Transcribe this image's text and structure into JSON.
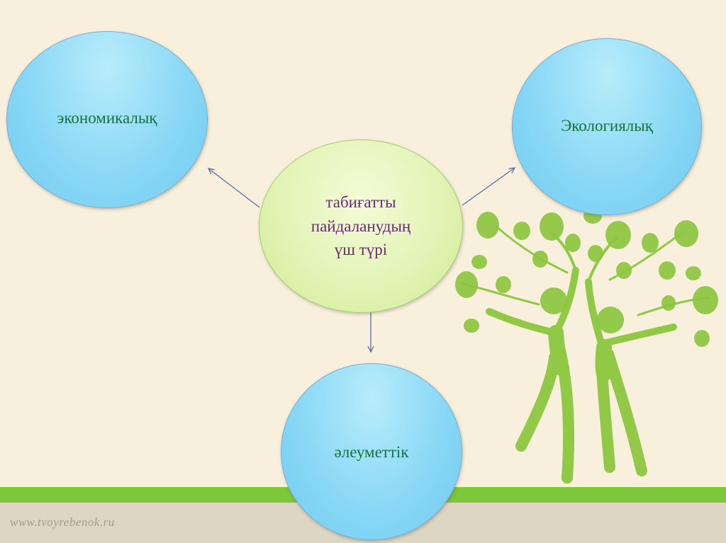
{
  "diagram": {
    "center": {
      "label_lines": [
        "табиғатты",
        "пайдаланудың",
        "үш түрі"
      ]
    },
    "nodes": {
      "economic": "экономикалық",
      "ecological": "Экологиялық",
      "social": "әлеуметтік"
    }
  },
  "footer": {
    "watermark": "www.tvoyrebenok.ru"
  },
  "colors": {
    "background": "#f8f0dc",
    "stripe": "#7fc73a",
    "bottom_band": "#ddd6c3",
    "blue_circle": "#8bd8f6",
    "center_circle": "#e2f4b6",
    "node_text": "#18703a",
    "center_text": "#6a2a78",
    "arrow": "#5a6fa5",
    "tree": "#8cc63f"
  },
  "icons": [
    "tree-people-illustration"
  ]
}
